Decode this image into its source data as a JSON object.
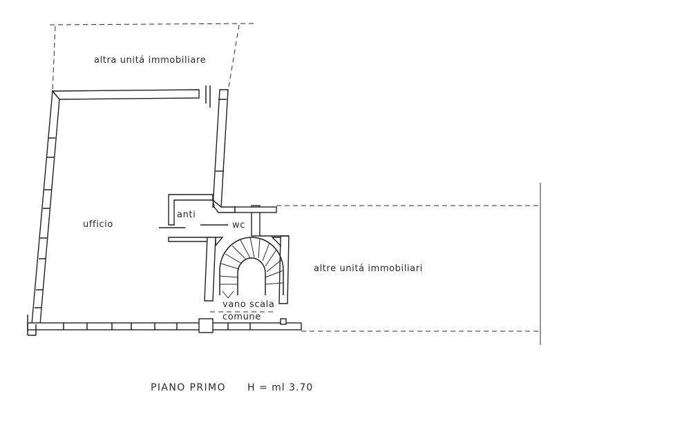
{
  "plan": {
    "labels": {
      "other_unit_top": "altra unitá immobiliare",
      "office": "ufficio",
      "anteroom": "anti",
      "toilet": "wc",
      "other_units_right": "altre unitá immobiliari",
      "stair_line1": "vano scala",
      "stair_line2": "comune"
    },
    "caption": {
      "floor": "PIANO PRIMO",
      "height": "H = ml  3.70"
    }
  }
}
